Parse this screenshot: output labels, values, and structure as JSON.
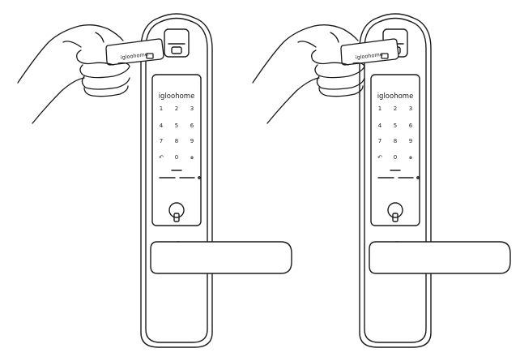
{
  "panels": [
    {
      "id": "left",
      "brand": "igloohome",
      "card_brand": "igloohome"
    },
    {
      "id": "right",
      "brand": "igloohome",
      "card_brand": "igloohome"
    }
  ],
  "keypad": {
    "rows": [
      [
        "1",
        "2",
        "3"
      ],
      [
        "4",
        "5",
        "6"
      ],
      [
        "7",
        "8",
        "9"
      ],
      [
        "↶",
        "0",
        "๑"
      ]
    ]
  },
  "colors": {
    "line": "#1a1a1a",
    "background": "#ffffff"
  }
}
